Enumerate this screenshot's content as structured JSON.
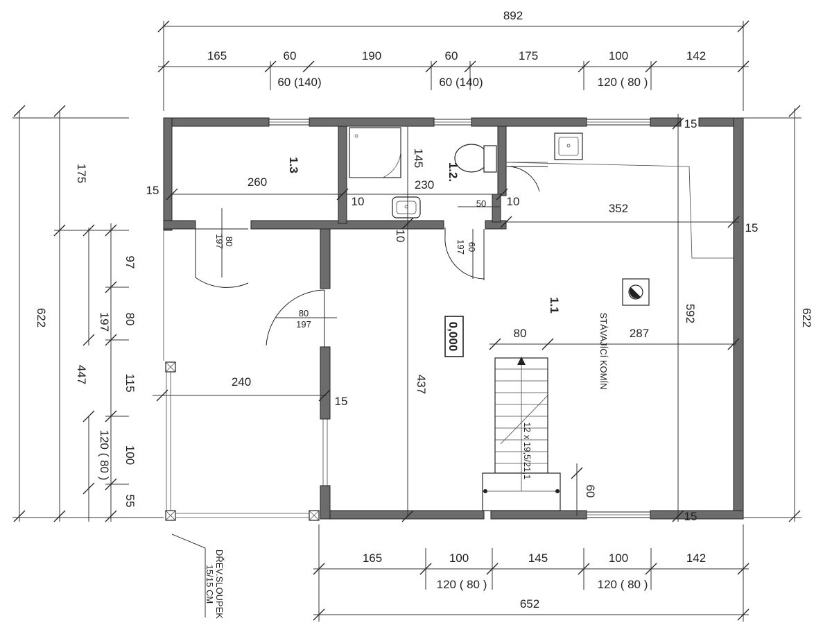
{
  "dimensions": {
    "top_total": "892",
    "top_segments": [
      "165",
      "60",
      "190",
      "60",
      "175",
      "100",
      "142"
    ],
    "top_openings": [
      "60 (140)",
      "60 (140)",
      "120 ( 80 )"
    ],
    "left_total": "622",
    "left_segments": [
      "175",
      "447"
    ],
    "left_inner": [
      "97",
      "80",
      "115",
      "100",
      "55"
    ],
    "left_inner_combo": [
      "197",
      "120 ( 80 )"
    ],
    "right_total": "622",
    "bottom_segments": [
      "165",
      "100",
      "145",
      "100",
      "142"
    ],
    "bottom_openings": [
      "120 ( 80 )",
      "120 ( 80 )"
    ],
    "bottom_total": "652",
    "interior": {
      "room13_width": "260",
      "room13_wall": "15",
      "bath_width": "230",
      "bath_depth": "145",
      "wall10_a": "10",
      "wall10_b": "10",
      "wall10_c": "10",
      "door_50": "50",
      "main_width": "352",
      "right_wall": "15",
      "room_height": "592",
      "stair_offset": "287",
      "stair_width": "80",
      "hall_depth": "437",
      "entry_width": "240",
      "entry_wall": "15",
      "stair_landing": "60",
      "corner_wall_top": "15",
      "corner_wall_bottom": "15"
    },
    "doors": {
      "d1": "80",
      "d1b": "197",
      "d2": "80",
      "d2b": "197",
      "d3": "60",
      "d3b": "197"
    }
  },
  "rooms": {
    "r11": "1.1",
    "r12": "1.2.",
    "r13": "1.3"
  },
  "labels": {
    "floor_level": "0,000",
    "chimney": "STÁVAJÍCÍ KOMÍN",
    "stairs": "12 x 19,5/21,1",
    "post_line1": "DŘEV.SLOUPEK",
    "post_line2": "15/15 CM"
  }
}
